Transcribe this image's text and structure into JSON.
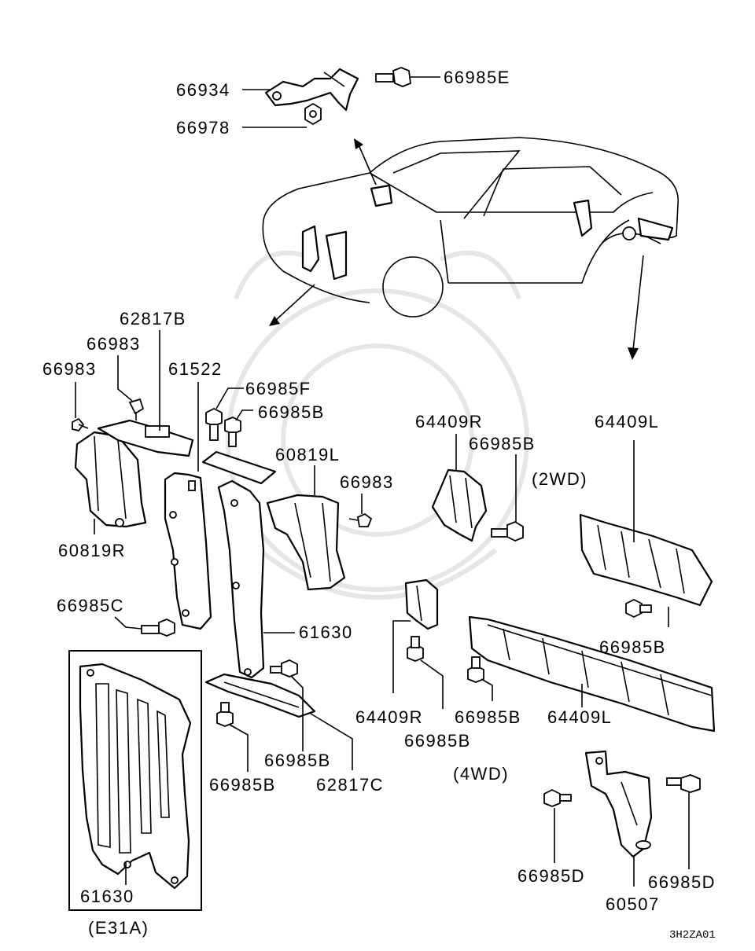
{
  "labels": {
    "p66934": "66934",
    "p66985E": "66985E",
    "p66978": "66978",
    "p62817B": "62817B",
    "p66983_a": "66983",
    "p66983_b": "66983",
    "p61522": "61522",
    "p66985F": "66985F",
    "p66985B_a": "66985B",
    "p60819L": "60819L",
    "p66983_c": "66983",
    "p60819R": "60819R",
    "p64409R_top": "64409R",
    "p66985B_b": "66985B",
    "p64409L_top": "64409L",
    "p2WD": "(2WD)",
    "p66985C": "66985C",
    "p61630_main": "61630",
    "p66985B_c": "66985B",
    "p64409R_bottom": "64409R",
    "p66985B_d": "66985B",
    "p64409L_bottom": "64409L",
    "p66985B_e": "66985B",
    "p66985B_f": "66985B",
    "p66985B_g": "66985B",
    "p62817C": "62817C",
    "p4WD": "(4WD)",
    "p66985D_a": "66985D",
    "p66985D_b": "66985D",
    "p60507": "60507",
    "p61630_inset": "61630",
    "pE31A": "(E31A)"
  },
  "diagram_code": "3H2ZA01"
}
